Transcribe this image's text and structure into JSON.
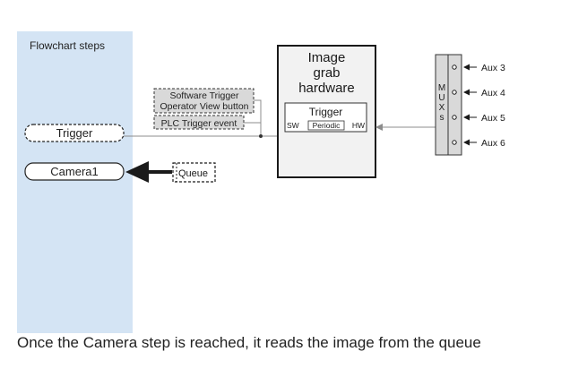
{
  "panel": {
    "title": "Flowchart steps"
  },
  "steps": {
    "trigger": "Trigger",
    "camera": "Camera1"
  },
  "queue": {
    "label": "Queue"
  },
  "sources": {
    "software_line1": "Software Trigger",
    "software_line2": "Operator View button",
    "plc": "PLC Trigger event"
  },
  "hardware": {
    "title_line1": "Image",
    "title_line2": "grab",
    "title_line3": "hardware",
    "trigger_title": "Trigger",
    "sw": "SW",
    "periodic": "Periodic",
    "hw": "HW"
  },
  "mux": {
    "letters": [
      "M",
      "U",
      "X",
      "s"
    ]
  },
  "aux": [
    "Aux 3",
    "Aux 4",
    "Aux 5",
    "Aux 6"
  ],
  "caption": "Once the Camera step is reached, it reads the image from the queue",
  "colors": {
    "panel": "#d4e4f4",
    "dashed_fill": "#d9d9d9",
    "hardware_fill": "#f2f2f2",
    "mux_fill": "#d9d9d9",
    "line": "#8c8c8c",
    "dark": "#1a1a1a"
  }
}
